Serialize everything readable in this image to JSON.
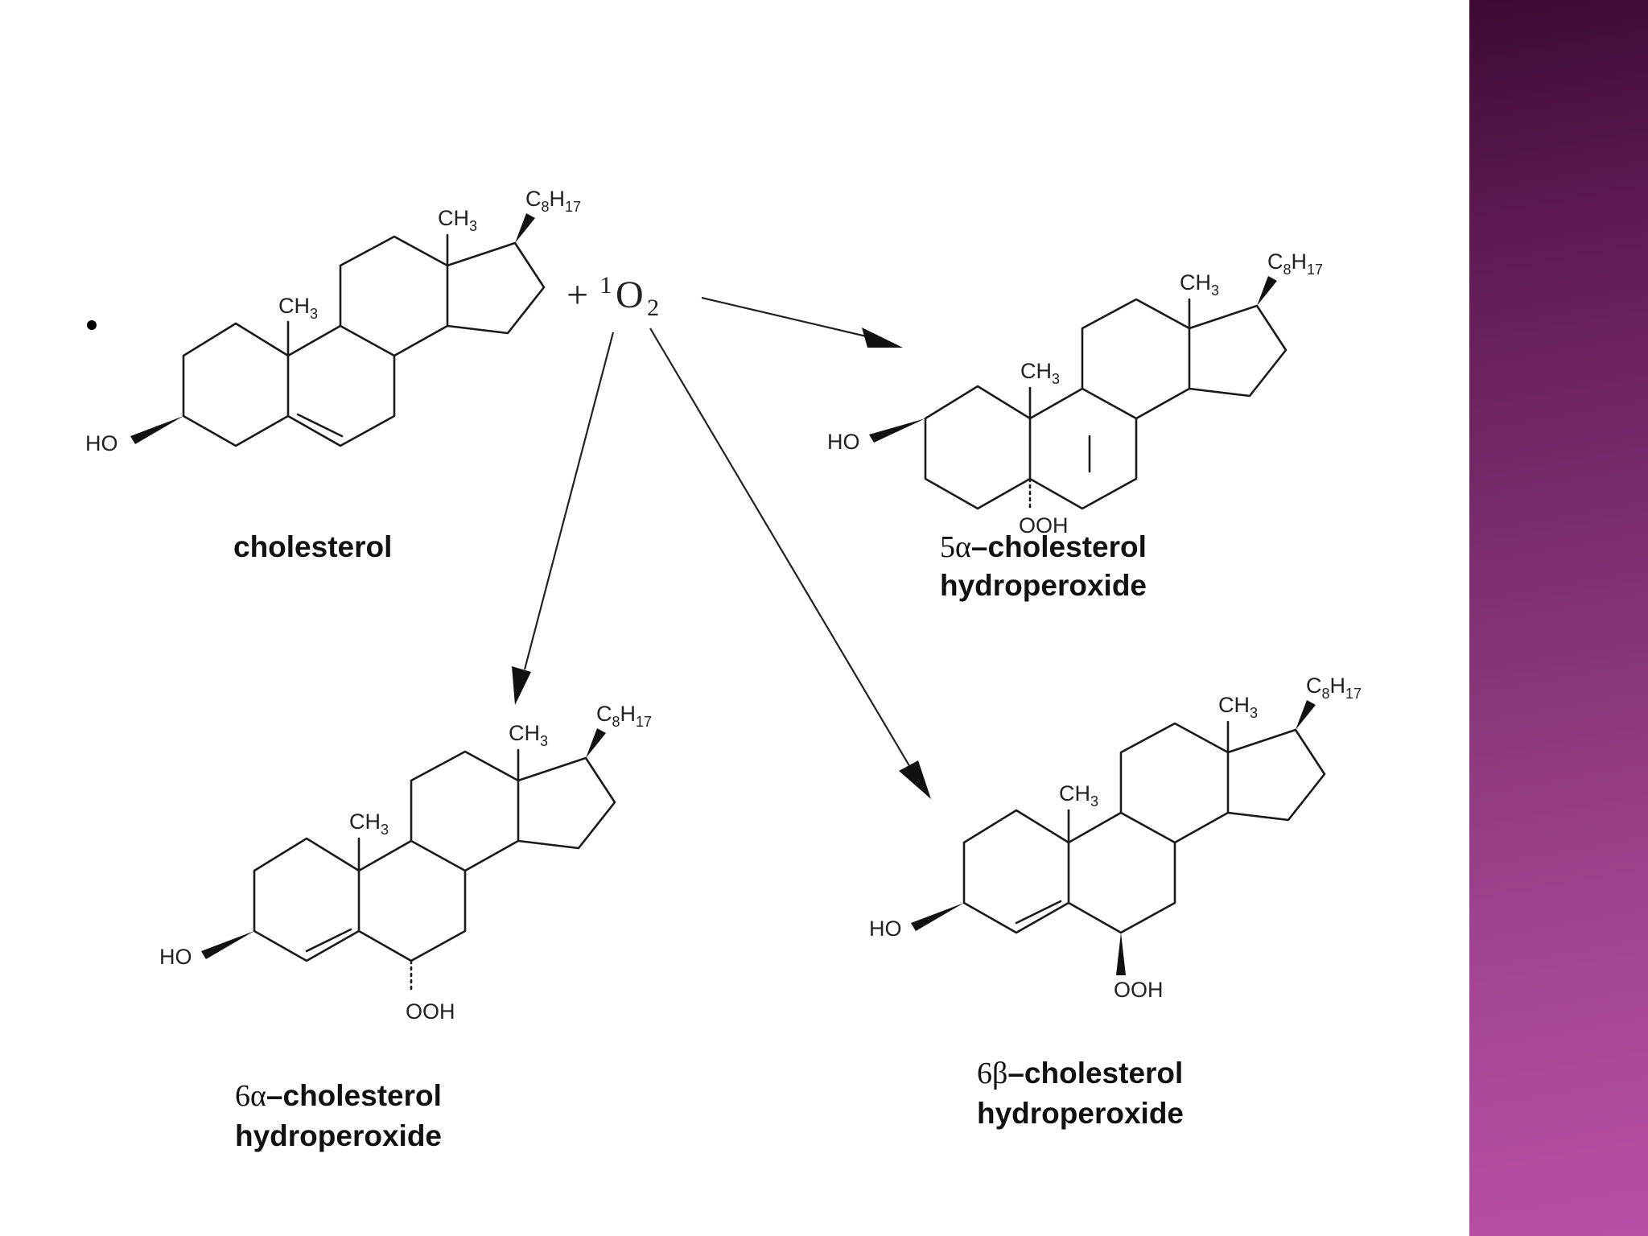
{
  "reaction": {
    "reagent_plus": "+",
    "reagent_superscript": "1",
    "reagent_symbol": "O",
    "reagent_subscript": "2"
  },
  "groups": {
    "ch": "CH",
    "ch_sub": "3",
    "c8": "C",
    "c8_sub": "8",
    "h": "H",
    "h_sub": "17",
    "ho": "HO",
    "ooh": "OOH"
  },
  "compounds": {
    "cholesterol": {
      "name": "cholesterol"
    },
    "five_alpha": {
      "prefix": "5α",
      "name_line1": "–cholesterol",
      "name_line2": "hydroperoxide"
    },
    "six_alpha": {
      "prefix": "6α",
      "name_line1": "–cholesterol",
      "name_line2": "hydroperoxide"
    },
    "six_beta": {
      "prefix": "6β",
      "name_line1": "–cholesterol",
      "name_line2": "hydroperoxide"
    }
  },
  "colors": {
    "sidebar_top": "#3d0a33",
    "sidebar_bottom": "#b84fa6",
    "ink": "#111111"
  }
}
